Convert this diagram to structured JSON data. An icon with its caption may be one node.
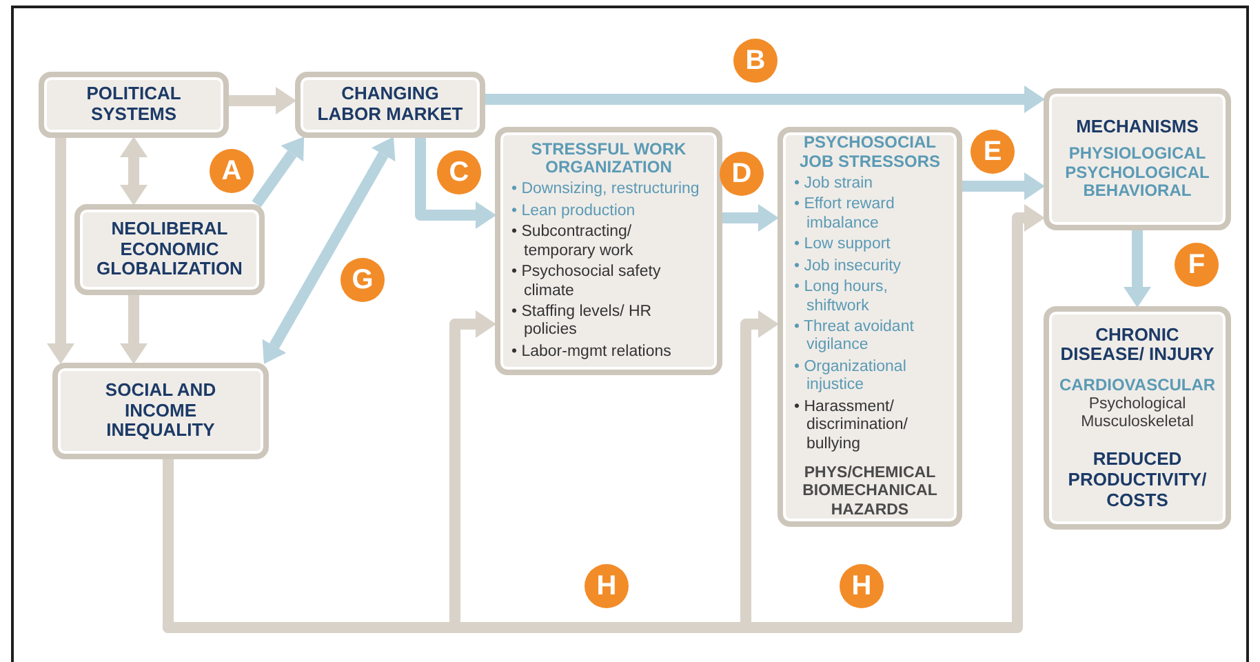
{
  "diagram": {
    "nodes": [
      {
        "text": [
          "POLITICAL SYSTEMS"
        ]
      },
      {
        "text": [
          "CHANGING LABOR MARKET"
        ]
      },
      {
        "text": [
          "NEOLIBERAL ECONOMIC GLOBALIZATION"
        ]
      },
      {
        "text": [
          "SOCIAL AND INCOME INEQUALITY"
        ]
      },
      {
        "text": [
          "STRESSFUL WORK ORGANIZATION",
          "• Downsizing, restructuring",
          "• Lean production",
          "• Subcontracting/ temporary work",
          "• Psychosocial safety climate",
          "• Staffing levels/ HR policies",
          "• Labor-mgmt relations"
        ]
      },
      {
        "text": [
          "PSYCHOSOCIAL JOB STRESSORS",
          "• Job strain",
          "• Effort reward imbalance",
          "• Low support",
          "• Job insecurity",
          "• Long hours, shiftwork",
          "• Threat avoidant vigilance",
          "• Organizational injustice",
          "• Harassment/ discrimination/ bullying",
          "PHYS/CHEMICAL BIOMECHANICAL HAZARDS"
        ]
      },
      {
        "text": [
          "MECHANISMS",
          "PHYSIOLOGICAL PSYCHOLOGICAL BEHAVIORAL"
        ]
      },
      {
        "text": [
          "CHRONIC DISEASE/ INJURY",
          "CARDIOVASCULAR",
          "Psychological",
          "Musculoskeletal",
          "REDUCED PRODUCTIVITY/ COSTS"
        ]
      }
    ],
    "edges": [
      {
        "from": 0,
        "to": 1,
        "arrow": "to"
      },
      {
        "from": 0,
        "to": 2,
        "arrow": "both"
      },
      {
        "from": 0,
        "to": 3,
        "arrow": "to"
      },
      {
        "from": 2,
        "to": 3,
        "arrow": "to"
      },
      {
        "from": 2,
        "to": 1,
        "arrow": "to",
        "color": "#b7d3de"
      },
      {
        "from": 3,
        "to": 1,
        "arrow": "both",
        "color": "#b7d3de"
      },
      {
        "from": 1,
        "to": 6,
        "arrow": "to",
        "color": "#b7d3de"
      },
      {
        "from": 1,
        "to": 4,
        "arrow": "to",
        "color": "#b7d3de"
      },
      {
        "from": 4,
        "to": 5,
        "arrow": "to",
        "color": "#b7d3de"
      },
      {
        "from": 5,
        "to": 6,
        "arrow": "to",
        "color": "#b7d3de"
      },
      {
        "from": 6,
        "to": 7,
        "arrow": "to",
        "color": "#b7d3de"
      },
      {
        "from": 3,
        "to": 4,
        "arrow": "to"
      },
      {
        "from": 3,
        "to": 5,
        "arrow": "to"
      },
      {
        "from": 3,
        "to": 6,
        "arrow": "to"
      }
    ],
    "labels": [
      "A",
      "B",
      "C",
      "D",
      "E",
      "F",
      "G",
      "H",
      "H"
    ]
  }
}
